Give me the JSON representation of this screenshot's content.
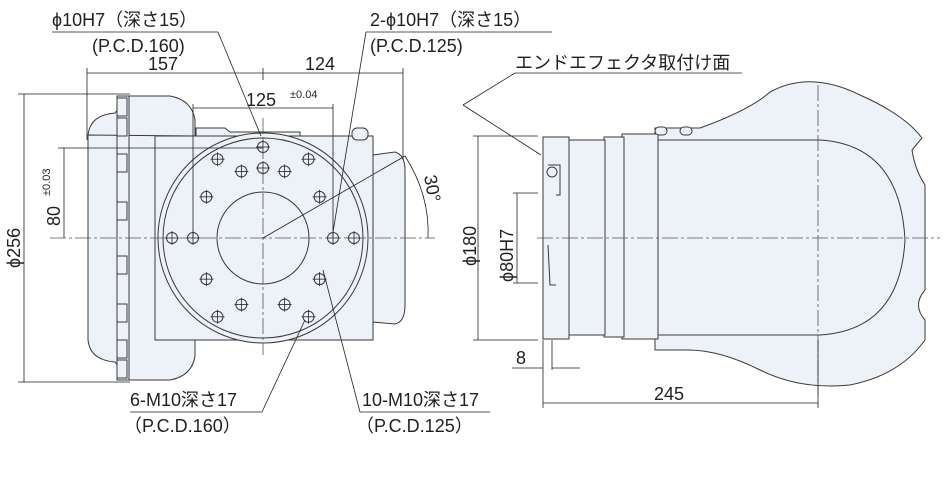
{
  "labels": {
    "dowel_outer": "ϕ10H7（深さ15）",
    "dowel_outer_pcd": "(P.C.D.160)",
    "dowel_inner": "2-ϕ10H7（深さ15）",
    "dowel_inner_pcd": "(P.C.D.125)",
    "mount_surface": "エンドエフェクタ取付け面",
    "tap_outer": "6-M10深さ17",
    "tap_outer_pcd": "（P.C.D.160）",
    "tap_inner": "10-M10深さ17",
    "tap_inner_pcd": "（P.C.D.125）"
  },
  "dimensions": {
    "width_left": "157",
    "width_right": "124",
    "pcd_span": "125",
    "pcd_span_tol": "±0.04",
    "height_80": "80",
    "height_80_tol": "±0.03",
    "diameter_256": "ϕ256",
    "angle": "30°",
    "flange_dia": "ϕ180",
    "bore_dia": "ϕ80H7",
    "flange_thk": "8",
    "length": "245"
  }
}
